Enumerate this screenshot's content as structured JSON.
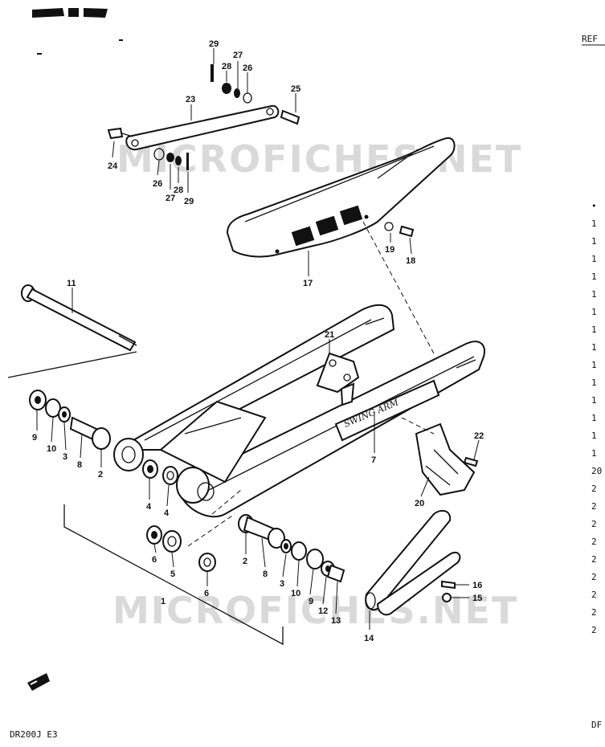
{
  "header": {
    "ref_label": "REF"
  },
  "watermark": {
    "text_top": "MICROFICHES.NET",
    "text_bottom": "MICROFICHES.NET"
  },
  "footer": {
    "model_code": "DR200J E3",
    "right_code": "DF"
  },
  "badge": {
    "text": "SWING ARM"
  },
  "callouts": {
    "c29a": "29",
    "c28a": "28",
    "c27a": "27",
    "c26a": "26",
    "c25": "25",
    "c23": "23",
    "c24": "24",
    "c26b": "26",
    "c27b": "27",
    "c28b": "28",
    "c29b": "29",
    "c19": "19",
    "c18": "18",
    "c17": "17",
    "c11": "11",
    "c21": "21",
    "c9a": "9",
    "c10a": "10",
    "c3a": "3",
    "c8a": "8",
    "c2a": "2",
    "c7": "7",
    "c22": "22",
    "c20": "20",
    "c4a": "4",
    "c4b": "4",
    "c6a": "6",
    "c5": "5",
    "c6b": "6",
    "c2b": "2",
    "c8b": "8",
    "c3b": "3",
    "c9b": "9",
    "c10b": "10",
    "c12": "12",
    "c13": "13",
    "c16": "16",
    "c15": "15",
    "c14": "14",
    "c1": "1"
  },
  "ref_column": [
    "•",
    "1",
    "1",
    "1",
    "1",
    "1",
    "1",
    "1",
    "1",
    "1",
    "1",
    "1",
    "1",
    "1",
    "1",
    "20",
    "2",
    "2",
    "2",
    "2",
    "2",
    "2",
    "2",
    "2",
    "2"
  ]
}
